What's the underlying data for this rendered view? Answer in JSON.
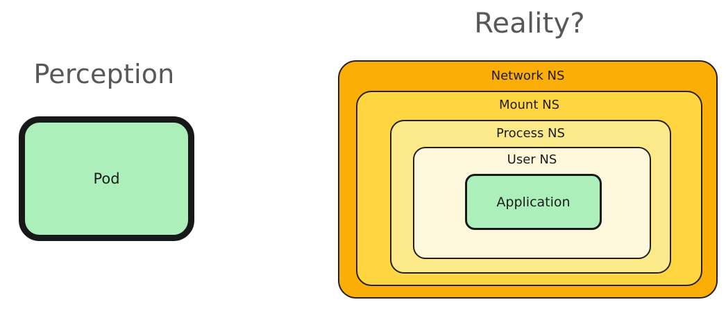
{
  "diagram": {
    "type": "nested-containment",
    "background_color": "#ffffff",
    "panels": [
      {
        "title": "Perception",
        "title_color": "#58585a",
        "boxes": [
          {
            "label": "Pod",
            "fill": "#ACEFBA",
            "stroke": "#17181a",
            "stroke_width": 9
          }
        ]
      },
      {
        "title": "Reality?",
        "title_color": "#58585a",
        "boxes": [
          {
            "label": "Network NS",
            "fill": "#FAAE06",
            "stroke": "#23201c",
            "depth": 0
          },
          {
            "label": "Mount NS",
            "fill": "#FFD640",
            "stroke": "#23201c",
            "depth": 1
          },
          {
            "label": "Process NS",
            "fill": "#FCE98A",
            "stroke": "#23201c",
            "depth": 2
          },
          {
            "label": "User NS",
            "fill": "#FDF8DC",
            "stroke": "#23201c",
            "depth": 3
          },
          {
            "label": "Application",
            "fill": "#ACEFBA",
            "stroke": "#17181a",
            "depth": 4
          }
        ]
      }
    ]
  },
  "left_panel": {
    "title": "Perception",
    "pod_label": "Pod"
  },
  "right_panel": {
    "title": "Reality?",
    "network_ns_label": "Network NS",
    "mount_ns_label": "Mount NS",
    "process_ns_label": "Process NS",
    "user_ns_label": "User NS",
    "application_label": "Application"
  }
}
